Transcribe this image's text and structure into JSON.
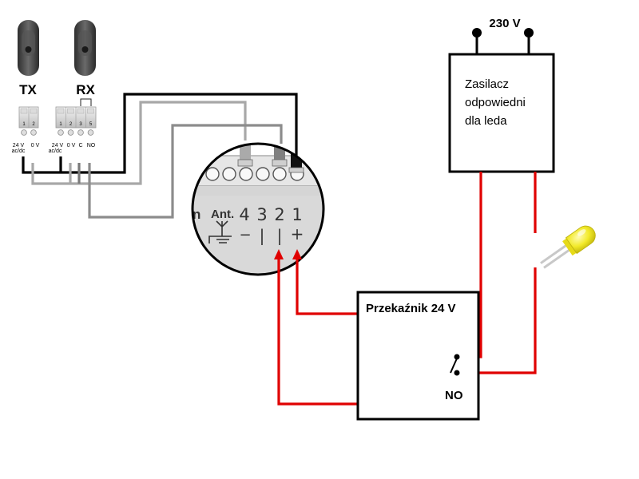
{
  "sensors": {
    "tx": {
      "label": "TX",
      "terminals": [
        "1",
        "2"
      ],
      "captions": [
        "24 V",
        "ac/dc",
        "0 V"
      ]
    },
    "rx": {
      "label": "RX",
      "terminals": [
        "1",
        "2",
        "3",
        "5"
      ],
      "captions": [
        "24 V",
        "ac/dc",
        "0 V",
        "C",
        "NO"
      ]
    }
  },
  "panel": {
    "ant_label": "Ant.",
    "edge_letter": "n",
    "terminal_numbers": [
      "4",
      "3",
      "2",
      "1"
    ],
    "terminal_signs": [
      "−",
      "|",
      "|",
      "+"
    ]
  },
  "power": {
    "mains_label": "230 V",
    "psu_lines": [
      "Zasilacz",
      "odpowiedni",
      "dla leda"
    ]
  },
  "relay": {
    "title": "Przekaźnik 24 V",
    "contact_label": "NO"
  },
  "colors": {
    "wire_black": "#000000",
    "wire_gray_light": "#a8a8a8",
    "wire_gray_dark": "#7a7a7a",
    "wire_red": "#e00000",
    "led_yellow": "#f2ea2a"
  },
  "icons": {
    "led": "led-icon",
    "antenna": "antenna-ground-icon",
    "photocell": "photocell-icon"
  }
}
